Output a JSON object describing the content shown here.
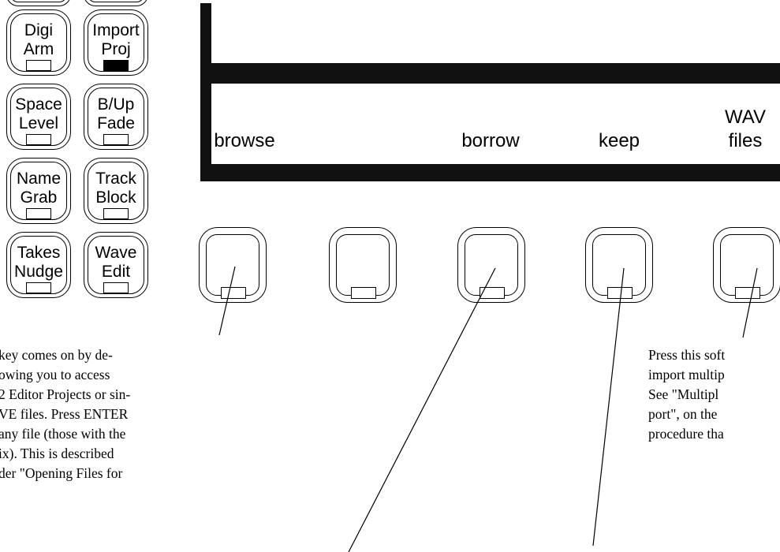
{
  "left_keys": [
    {
      "id": "digi-arm",
      "label": "Digi\nArm",
      "led": "off"
    },
    {
      "id": "import-proj",
      "label": "Import\nProj",
      "led": "on"
    },
    {
      "id": "space-level",
      "label": "Space\nLevel",
      "led": "off"
    },
    {
      "id": "bup-fade",
      "label": "B/Up\nFade",
      "led": "off"
    },
    {
      "id": "name-grab",
      "label": "Name\nGrab",
      "led": "off"
    },
    {
      "id": "track-block",
      "label": "Track\nBlock",
      "led": "off"
    },
    {
      "id": "takes-nudge",
      "label": "Takes\nNudge",
      "led": "off"
    },
    {
      "id": "wave-edit",
      "label": "Wave\nEdit",
      "led": "off"
    }
  ],
  "display": {
    "soft_labels": {
      "browse": "browse",
      "borrow": "borrow",
      "keep": "keep",
      "wav_files": "WAV\nfiles"
    }
  },
  "notes": {
    "left": [
      "key comes on by de-",
      "owing you to access",
      "2 Editor Projects or sin-",
      "VE files. Press ENTER",
      "any file (those with the",
      "ix). This is described",
      "der \"Opening Files for"
    ],
    "right": [
      "Press this soft",
      "import multip",
      "See \"Multipl",
      "port\", on the",
      "procedure tha"
    ]
  },
  "colors": {
    "ink": "#000000",
    "display_bar": "#111111",
    "background": "#ffffff"
  }
}
